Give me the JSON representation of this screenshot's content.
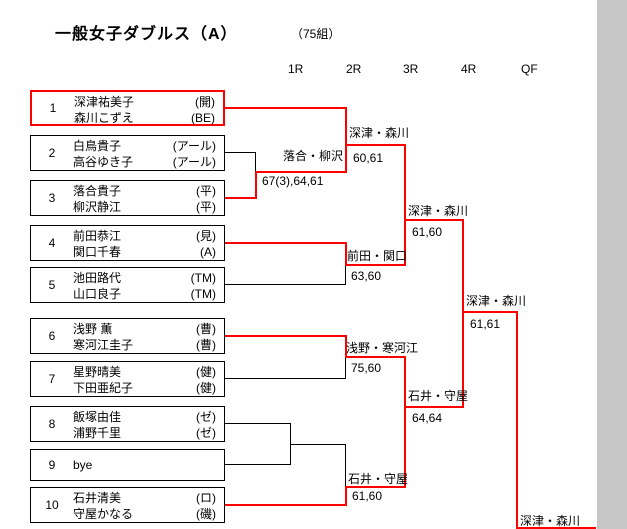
{
  "header": {
    "title": "一般女子ダブルス（A）",
    "group_count": "（75組）",
    "rounds": [
      "1R",
      "2R",
      "3R",
      "4R",
      "QF"
    ]
  },
  "entries": [
    {
      "seed": "1",
      "rows": [
        {
          "name": "深津祐美子",
          "club": "(開)"
        },
        {
          "name": "森川こずえ",
          "club": "(BE)"
        }
      ]
    },
    {
      "seed": "2",
      "rows": [
        {
          "name": "白鳥貴子",
          "club": "(アール)"
        },
        {
          "name": "高谷ゆき子",
          "club": "(アール)"
        }
      ]
    },
    {
      "seed": "3",
      "rows": [
        {
          "name": "落合貴子",
          "club": "(平)"
        },
        {
          "name": "柳沢静江",
          "club": "(平)"
        }
      ]
    },
    {
      "seed": "4",
      "rows": [
        {
          "name": "前田恭江",
          "club": "(見)"
        },
        {
          "name": "関口千春",
          "club": "(A)"
        }
      ]
    },
    {
      "seed": "5",
      "rows": [
        {
          "name": "池田路代",
          "club": "(TM)"
        },
        {
          "name": "山口良子",
          "club": "(TM)"
        }
      ]
    },
    {
      "seed": "6",
      "rows": [
        {
          "name": "浅野 薫",
          "club": "(曹)"
        },
        {
          "name": "寒河江圭子",
          "club": "(曹)"
        }
      ]
    },
    {
      "seed": "7",
      "rows": [
        {
          "name": "星野晴美",
          "club": "(健)"
        },
        {
          "name": "下田亜紀子",
          "club": "(健)"
        }
      ]
    },
    {
      "seed": "8",
      "rows": [
        {
          "name": "飯塚由佳",
          "club": "(ゼ)"
        },
        {
          "name": "浦野千里",
          "club": "(ゼ)"
        }
      ]
    },
    {
      "seed": "9",
      "rows": [
        {
          "name": "bye",
          "club": ""
        }
      ]
    },
    {
      "seed": "10",
      "rows": [
        {
          "name": "石井清美",
          "club": "(ロ)"
        },
        {
          "name": "守屋かなる",
          "club": "(磯)"
        }
      ]
    }
  ],
  "matches": [
    {
      "round": "1R",
      "winner": "落合・柳沢",
      "score": "67(3),64,61"
    },
    {
      "round": "2R",
      "winner": "深津・森川",
      "score": "60,61"
    },
    {
      "round": "2R",
      "winner": "前田・関口",
      "score": "63,60"
    },
    {
      "round": "2R",
      "winner": "浅野・寒河江",
      "score": "75,60"
    },
    {
      "round": "2R",
      "winner": "石井・守屋",
      "score": "61,60"
    },
    {
      "round": "3R",
      "winner": "深津・森川",
      "score": "61,60"
    },
    {
      "round": "3R",
      "winner": "石井・守屋",
      "score": "64,64"
    },
    {
      "round": "4R",
      "winner": "深津・森川",
      "score": "61,61"
    },
    {
      "round": "QF",
      "winner": "深津・森川",
      "score": ""
    }
  ],
  "colors": {
    "winner_path": "#ff0000",
    "bracket_line": "#000000",
    "background": "#ffffff",
    "side_panel": "#c6c6c6"
  }
}
